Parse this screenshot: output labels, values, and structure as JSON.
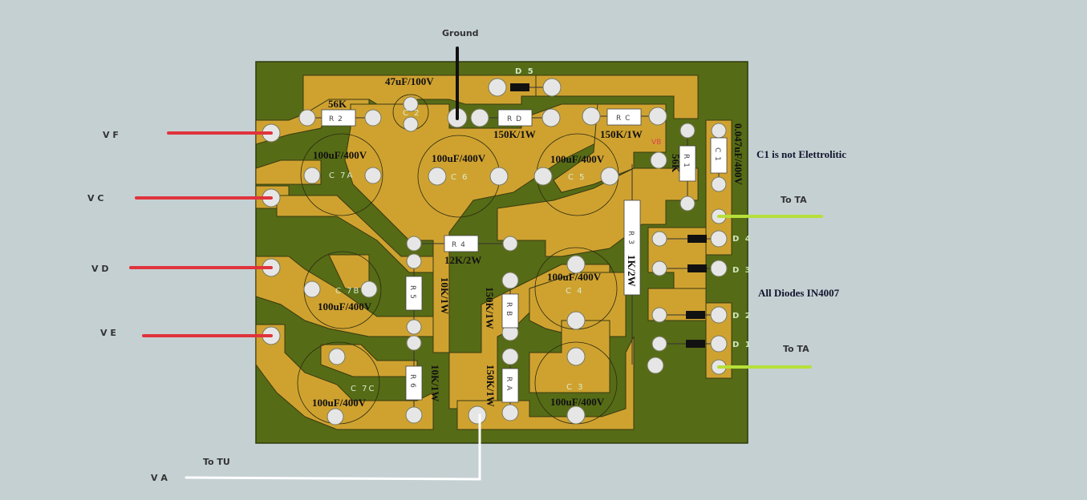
{
  "colors": {
    "background": "#c5d0d3",
    "board": "#566b16",
    "copper": "#cfa230",
    "pad": "#e6e6e6",
    "wire_input": "#e0343c",
    "wire_ground": "#111111",
    "wire_to_ta": "#b6e03a",
    "wire_to_tu": "#ffffff",
    "vb_label": "#e04050"
  },
  "external_labels": {
    "ground": "Ground",
    "vf": "V F",
    "vc": "V C",
    "vd": "V D",
    "ve": "V E",
    "va": "V A",
    "to_tu": "To TU",
    "to_ta_top": "To TA",
    "to_ta_bottom": "To TA"
  },
  "notes": {
    "c1_note": "C1 is not Elettrolitic",
    "diodes_note": "All Diodes IN4007"
  },
  "components": {
    "resistors": [
      {
        "ref": "R 2",
        "value": "56K"
      },
      {
        "ref": "R D",
        "value": "150K/1W"
      },
      {
        "ref": "R C",
        "value": "150K/1W"
      },
      {
        "ref": "R 1",
        "value": "56K"
      },
      {
        "ref": "R 3",
        "value": "1K/2W"
      },
      {
        "ref": "R 4",
        "value": "12K/2W"
      },
      {
        "ref": "R 5",
        "value": "10K/1W"
      },
      {
        "ref": "R 6",
        "value": "10K/1W"
      },
      {
        "ref": "R B",
        "value": "150K/1W"
      },
      {
        "ref": "R A",
        "value": "150K/1W"
      }
    ],
    "capacitors": [
      {
        "ref": "C 2",
        "value": "47uF/100V"
      },
      {
        "ref": "C 7A",
        "value": "100uF/400V"
      },
      {
        "ref": "C 6",
        "value": "100uF/400V"
      },
      {
        "ref": "C 5",
        "value": "100uF/400V"
      },
      {
        "ref": "C 7B",
        "value": "100uF/400V"
      },
      {
        "ref": "C 7C",
        "value": "100uF/400V"
      },
      {
        "ref": "C 4",
        "value": "100uF/400V"
      },
      {
        "ref": "C 3",
        "value": "100uF/400V"
      },
      {
        "ref": "C 1",
        "value": "0.047uF/400V"
      }
    ],
    "diodes": [
      {
        "ref": "D 5"
      },
      {
        "ref": "D 4"
      },
      {
        "ref": "D 3"
      },
      {
        "ref": "D 2"
      },
      {
        "ref": "D 1"
      }
    ],
    "test_point": "VB"
  }
}
